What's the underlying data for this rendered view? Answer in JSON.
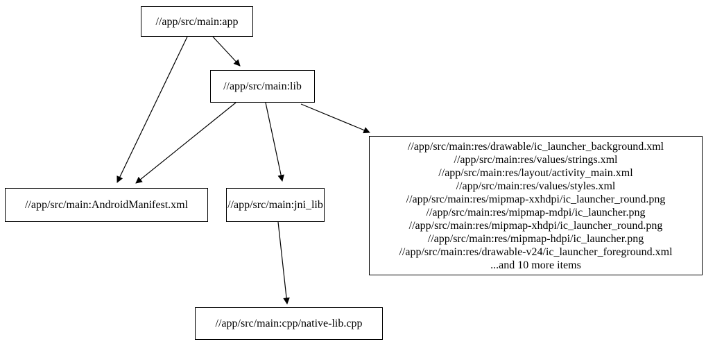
{
  "diagram": {
    "type": "build-dependency-graph",
    "colors": {
      "background": "#ffffff",
      "node_border": "#000000",
      "edge": "#000000",
      "text": "#000000"
    },
    "nodes": {
      "app": {
        "label": "//app/src/main:app"
      },
      "lib": {
        "label": "//app/src/main:lib"
      },
      "android_manifest": {
        "label": "//app/src/main:AndroidManifest.xml"
      },
      "jni_lib": {
        "label": "//app/src/main:jni_lib"
      },
      "resources": {
        "lines": [
          "//app/src/main:res/drawable/ic_launcher_background.xml",
          "//app/src/main:res/values/strings.xml",
          "//app/src/main:res/layout/activity_main.xml",
          "//app/src/main:res/values/styles.xml",
          "//app/src/main:res/mipmap-xxhdpi/ic_launcher_round.png",
          "//app/src/main:res/mipmap-mdpi/ic_launcher.png",
          "//app/src/main:res/mipmap-xhdpi/ic_launcher_round.png",
          "//app/src/main:res/mipmap-hdpi/ic_launcher.png",
          "//app/src/main:res/drawable-v24/ic_launcher_foreground.xml",
          "...and 10 more items"
        ]
      },
      "native_cpp": {
        "label": "//app/src/main:cpp/native-lib.cpp"
      }
    },
    "edges": [
      {
        "from": "//app/src/main:app",
        "to": "//app/src/main:lib"
      },
      {
        "from": "//app/src/main:app",
        "to": "//app/src/main:AndroidManifest.xml"
      },
      {
        "from": "//app/src/main:lib",
        "to": "//app/src/main:AndroidManifest.xml"
      },
      {
        "from": "//app/src/main:lib",
        "to": "//app/src/main:jni_lib"
      },
      {
        "from": "//app/src/main:lib",
        "to": "resources-file-group"
      },
      {
        "from": "//app/src/main:jni_lib",
        "to": "//app/src/main:cpp/native-lib.cpp"
      }
    ]
  }
}
